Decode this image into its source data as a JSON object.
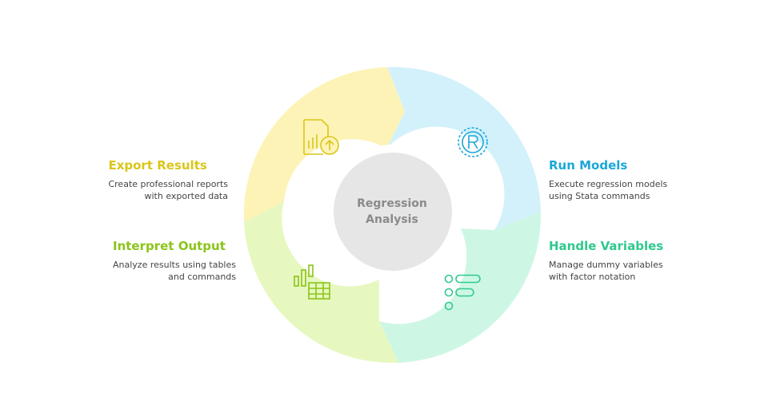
{
  "center": {
    "text": "Regression\nAnalysis"
  },
  "segments": [
    {
      "id": "run-models",
      "title": "Run Models",
      "description": "Execute regression models\nusing Stata commands",
      "color": "#1aa7d9",
      "fill": "#d3f1fb",
      "icon": "r-logo-icon"
    },
    {
      "id": "handle-variables",
      "title": "Handle Variables",
      "description": "Manage dummy variables\nwith factor notation",
      "color": "#2fc98d",
      "fill": "#cdf7e4",
      "icon": "list-toggle-icon"
    },
    {
      "id": "interpret-output",
      "title": "Interpret Output",
      "description": "Analyze results using tables\nand commands",
      "color": "#8bc418",
      "fill": "#e6f8bf",
      "icon": "bar-chart-table-icon"
    },
    {
      "id": "export-results",
      "title": "Export Results",
      "description": "Create professional reports\nwith exported data",
      "color": "#d9c61a",
      "fill": "#fdf3b6",
      "icon": "file-upload-icon"
    }
  ]
}
